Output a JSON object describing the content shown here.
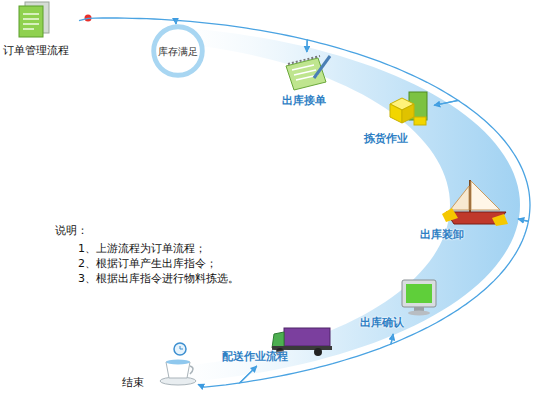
{
  "diagram": {
    "nodes": [
      {
        "text": [
          "订单管理流程"
        ]
      },
      {
        "text": [
          "库存满足"
        ]
      },
      {
        "text": [
          "出库接单"
        ]
      },
      {
        "text": [
          "拣货作业"
        ]
      },
      {
        "text": [
          "出库装卸"
        ]
      },
      {
        "text": [
          "出库确认"
        ]
      },
      {
        "text": [
          "配送作业流程"
        ]
      },
      {
        "text": [
          "结束"
        ]
      }
    ],
    "edges": [
      {
        "from": 0,
        "to": 1,
        "arrow": "to"
      },
      {
        "from": 1,
        "to": 2,
        "arrow": "to"
      },
      {
        "from": 2,
        "to": 3,
        "arrow": "to"
      },
      {
        "from": 3,
        "to": 4,
        "arrow": "to"
      },
      {
        "from": 4,
        "to": 5,
        "arrow": "to"
      },
      {
        "from": 5,
        "to": 6,
        "arrow": "to"
      },
      {
        "from": 6,
        "to": 7,
        "arrow": "to"
      }
    ],
    "labels": [
      "说明：",
      "1、上游流程为订单流程；",
      "2、根据订单产生出库指令；",
      "3、根据出库指令进行物料拣选。"
    ]
  }
}
